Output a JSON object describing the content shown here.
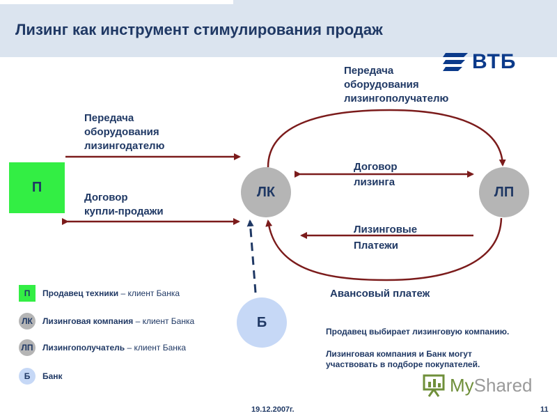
{
  "slide": {
    "title": "Лизинг как инструмент стимулирования продаж",
    "date": "19.12.2007г.",
    "page_number": "11"
  },
  "logos": {
    "bank_logo": "ВТБ",
    "watermark_prefix": "My",
    "watermark_suffix": "Shared"
  },
  "nodes": {
    "seller": "П",
    "leasing_company": "ЛК",
    "lessee": "ЛП",
    "bank": "Б"
  },
  "flows": {
    "to_lessor": [
      "Передача",
      "оборудования",
      "лизингодателю"
    ],
    "purchase_contract": [
      "Договор",
      "купли-продажи"
    ],
    "to_lessee": [
      "Передача",
      "оборудования",
      "лизингополучателю"
    ],
    "leasing_contract": [
      "Договор",
      "лизинга"
    ],
    "leasing_payments": [
      "Лизинговые",
      "Платежи"
    ],
    "advance_payment": "Авансовый платеж"
  },
  "legend": [
    {
      "mark": "П",
      "strong": "Продавец техники",
      "rest": " – клиент Банка"
    },
    {
      "mark": "ЛК",
      "strong": "Лизинговая компания",
      "rest": " – клиент Банка"
    },
    {
      "mark": "ЛП",
      "strong": "Лизингополучатель",
      "rest": " – клиент Банка"
    },
    {
      "mark": "Б",
      "strong": "Банк",
      "rest": ""
    }
  ],
  "notes": {
    "line1": "Продавец выбирает лизинговую компанию.",
    "line2": "Лизинговая компания и Банк могут",
    "line3": "участвовать в подборе покупателей."
  },
  "colors": {
    "arrow": "#7b1b1b",
    "text": "#1f3864",
    "header_bg": "#dbe4ef",
    "seller_fill": "#33ee44",
    "node_gray": "#b5b5b5",
    "bank_fill": "#c6d8f6"
  }
}
